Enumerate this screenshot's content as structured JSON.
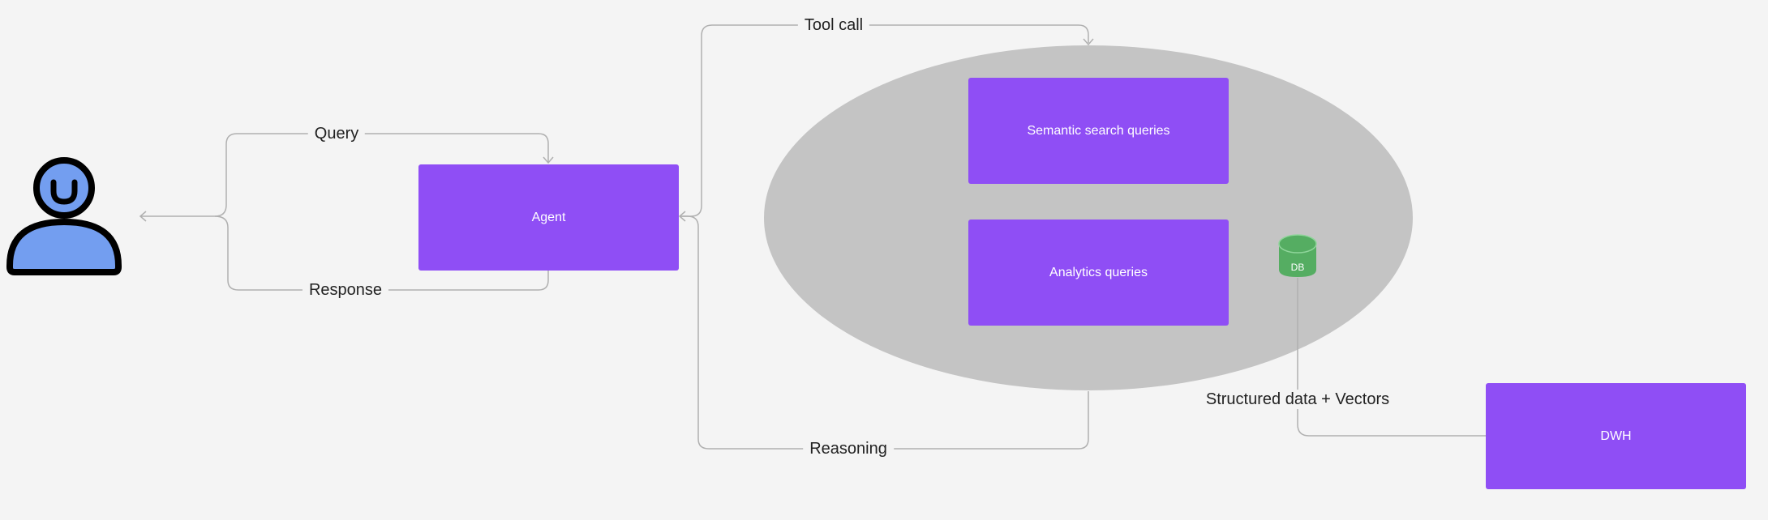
{
  "nodes": {
    "agent": "Agent",
    "semantic": "Semantic search queries",
    "analytics": "Analytics queries",
    "dwh": "DWH",
    "db_icon": "DB"
  },
  "edges": {
    "query": "Query",
    "response": "Response",
    "tool_call": "Tool call",
    "reasoning": "Reasoning",
    "structured": "Structured data + Vectors"
  },
  "icons": {
    "user": "user-icon",
    "database": "database-icon"
  },
  "colors": {
    "background": "#f4f4f4",
    "box": "#8f4ef5",
    "ellipse": "#c4c4c4",
    "connector": "#b0b0b0",
    "user_fill": "#739ef0",
    "db_fill": "#55ad62"
  }
}
